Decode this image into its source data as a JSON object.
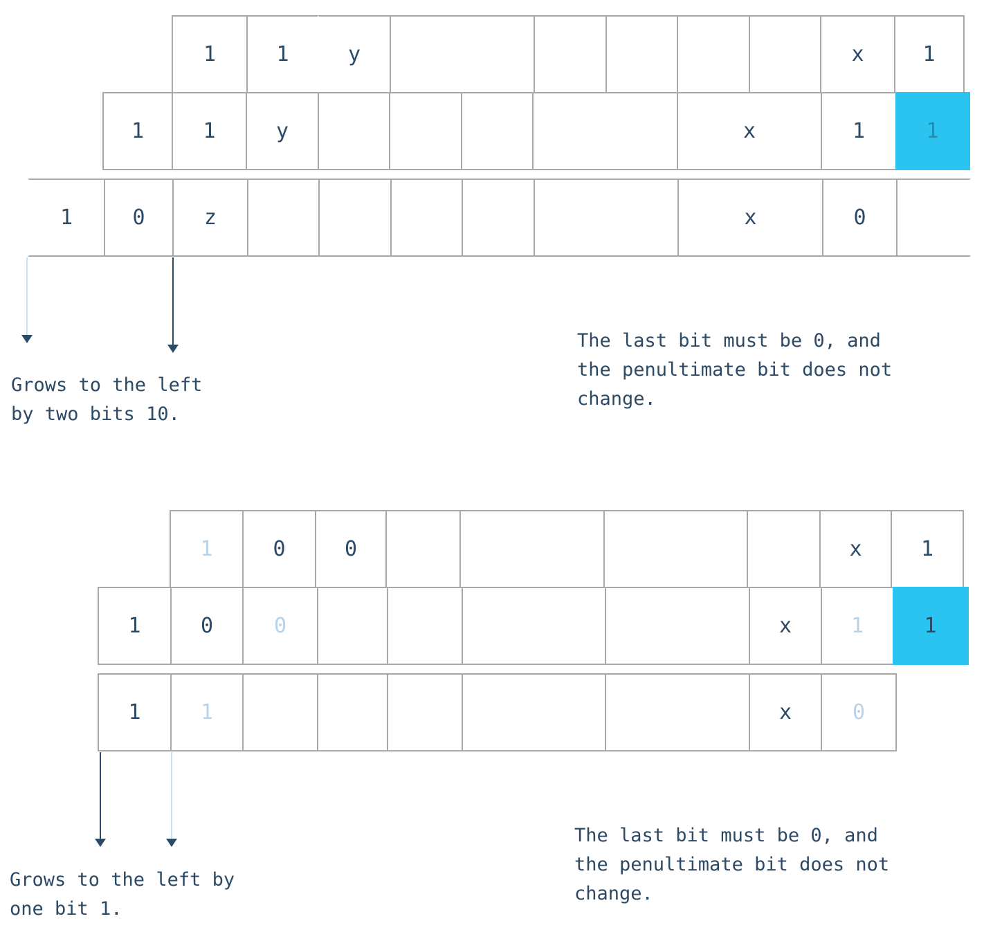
{
  "top": {
    "row1": [
      "1",
      "1",
      "y",
      "",
      "",
      "",
      "",
      "",
      "x",
      "1"
    ],
    "row2": [
      "1",
      "1",
      "y",
      "",
      "",
      "",
      "",
      "x",
      "1",
      "1"
    ],
    "row3": [
      "1",
      "0",
      "z",
      "",
      "",
      "",
      "",
      "",
      "x",
      "0"
    ],
    "caption": "Grows to the left\nby two bits 10.",
    "note": "The last bit must be 0, and\nthe penultimate bit does not\nchange."
  },
  "bottom": {
    "row1": [
      "1",
      "0",
      "0",
      "",
      "",
      "",
      "",
      "x",
      "1"
    ],
    "row2": [
      "1",
      "0",
      "0",
      "",
      "",
      "",
      "",
      "x",
      "1",
      "1"
    ],
    "row3": [
      "1",
      "1",
      "",
      "",
      "",
      "",
      "",
      "x",
      "0"
    ],
    "caption": "Grows to the left by\none bit 1.",
    "note": "The last bit must be 0, and\nthe penultimate bit does not\nchange."
  },
  "colors": {
    "highlight": "#2bc3ef",
    "grid": "#a8a8a8",
    "text": "#2c4a66",
    "arrow_dark": "#2c4a66",
    "arrow_light": "#bfe6f2"
  }
}
